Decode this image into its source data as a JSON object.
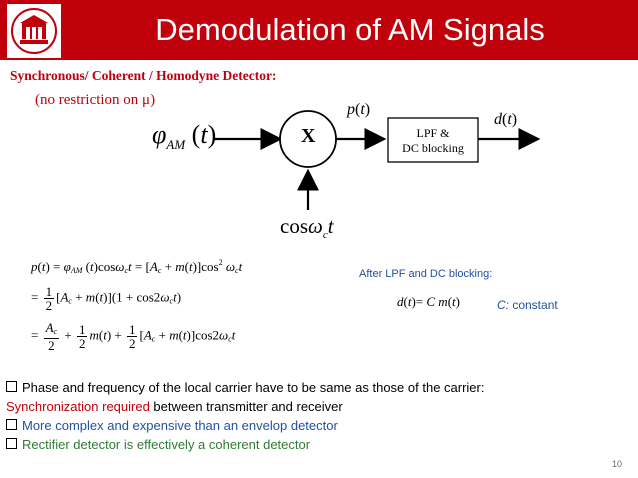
{
  "header": {
    "title": "Demodulation of AM Signals",
    "bg_color": "#c0000b"
  },
  "subtitle": "Synchronous/ Coherent / Homodyne Detector:",
  "note": "(no restriction on μ)",
  "diagram": {
    "input_label": "φAM(t)",
    "multiplier_label": "X",
    "product_label": "p(t)",
    "filter_lines": [
      "LPF &",
      "DC blocking"
    ],
    "output_label": "d(t)",
    "carrier_label": "cosωct"
  },
  "after_note": "After LPF and DC blocking:",
  "output_equation": "d(t) = C m(t)",
  "c_constant": {
    "var": "C:",
    "text": " constant"
  },
  "bullets": [
    {
      "text": "Phase and frequency of the local carrier have to be same as those of  the carrier:",
      "color": "#000000",
      "marker": "box"
    },
    {
      "text_red": "Synchronization required",
      "text_black": " between transmitter and receiver",
      "color": "#c0000b",
      "marker": "none"
    },
    {
      "text": "More complex and expensive than an envelop detector",
      "color": "#2450a0",
      "marker": "box"
    },
    {
      "text": "Rectifier detector is effectively a coherent detector",
      "color": "#2e7d32",
      "marker": "box"
    }
  ],
  "page_number": "10",
  "icons": [
    "university-logo",
    "multiplier-circle",
    "arrow-right",
    "arrow-up",
    "checkbox-bullet"
  ]
}
